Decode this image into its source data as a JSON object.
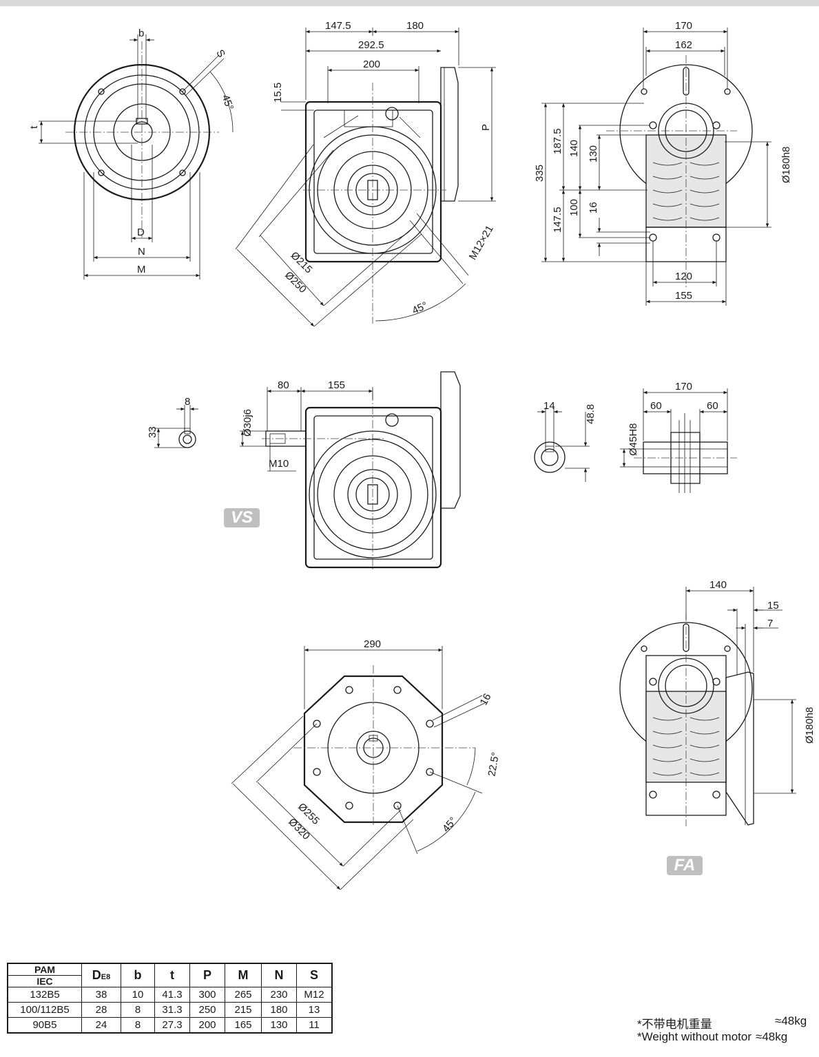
{
  "badges": {
    "vs": "VS",
    "fa": "FA"
  },
  "dims": {
    "flange_b": "b",
    "flange_s": "S",
    "flange_45": "45°",
    "flange_t": "t",
    "flange_d": "D",
    "flange_n": "N",
    "flange_m": "M",
    "front_1475": "147.5",
    "front_180": "180",
    "front_2925": "292.5",
    "front_200": "200",
    "front_155": "15.5",
    "front_p": "P",
    "front_d215": "Ø215",
    "front_d250": "Ø250",
    "front_m12": "M12×21",
    "front_45": "45°",
    "side_170": "170",
    "side_162": "162",
    "side_335": "335",
    "side_1875": "187.5",
    "side_140": "140",
    "side_130": "130",
    "side_1475": "147.5",
    "side_100": "100",
    "side_16": "16",
    "side_d180": "Ø180h8",
    "side_120": "120",
    "side_155": "155",
    "key_8": "8",
    "key_33": "33",
    "vs_80": "80",
    "vs_155": "155",
    "vs_d30": "Ø30j6",
    "vs_m10": "M10",
    "bore_14": "14",
    "bore_488": "48.8",
    "sec_170": "170",
    "sec_60a": "60",
    "sec_60b": "60",
    "sec_d45": "Ø45H8",
    "fl_290": "290",
    "fl_16": "16",
    "fl_225": "22.5°",
    "fl_45": "45°",
    "fl_d255": "Ø255",
    "fl_d320": "Ø320",
    "fa_140": "140",
    "fa_15": "15",
    "fa_7": "7",
    "fa_d180": "Ø180h8"
  },
  "table": {
    "headers": {
      "pam": "PAM",
      "iec": "IEC",
      "d": "D",
      "d_sub": "E8",
      "b": "b",
      "t": "t",
      "p": "P",
      "m": "M",
      "n": "N",
      "s": "S"
    },
    "rows": [
      {
        "pam": "132B5",
        "d": "38",
        "b": "10",
        "t": "41.3",
        "p": "300",
        "m": "265",
        "n": "230",
        "s": "M12"
      },
      {
        "pam": "100/112B5",
        "d": "28",
        "b": "8",
        "t": "31.3",
        "p": "250",
        "m": "215",
        "n": "180",
        "s": "13"
      },
      {
        "pam": "90B5",
        "d": "24",
        "b": "8",
        "t": "27.3",
        "p": "200",
        "m": "165",
        "n": "130",
        "s": "11"
      }
    ]
  },
  "weight": {
    "cn_label": "*不带电机重量",
    "cn_value": "≈48kg",
    "en_label": "*Weight without motor",
    "en_value": "≈48kg"
  }
}
